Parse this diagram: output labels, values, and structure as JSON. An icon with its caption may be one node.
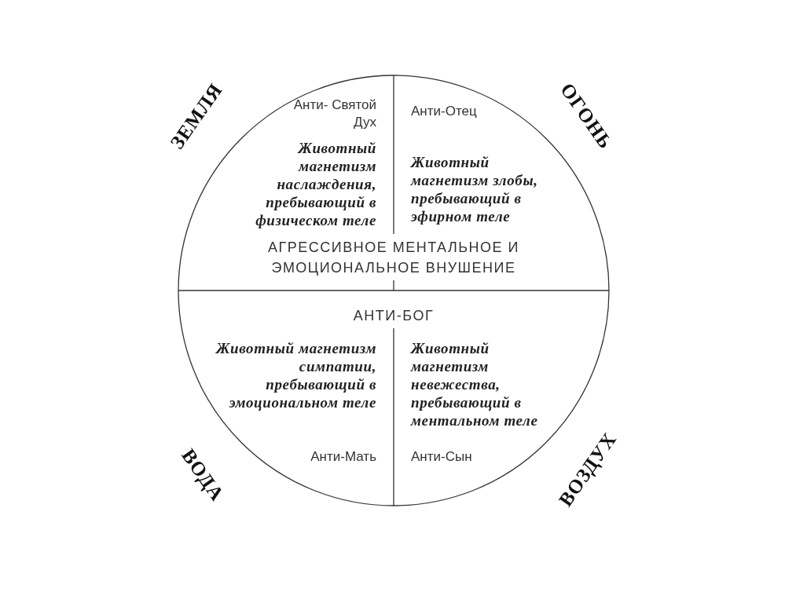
{
  "diagram": {
    "nodes": [
      {
        "text": [
          "АГРЕССИВНОЕ МЕНТАЛЬНОЕ И ЭМОЦИОНАЛЬНОЕ ВНУШЕНИЕ",
          "АНТИ-БОГ"
        ]
      },
      {
        "text": [
          "Анти- Святой Дух",
          "Животный магнетизм наслаждения, пребывающий в физическом теле"
        ],
        "in": 0
      },
      {
        "text": [
          "Анти-Отец",
          "Животный магнетизм злобы, пребывающий в эфирном теле"
        ],
        "in": 0
      },
      {
        "text": [
          "Животный магнетизм симпатии, пребывающий в эмоциональном теле",
          "Анти-Мать"
        ],
        "in": 0
      },
      {
        "text": [
          "Животный магнетизм невежества, пребывающий в ментальном теле",
          "Анти-Сын"
        ],
        "in": 0
      }
    ],
    "labels": [
      "ЗЕМЛЯ",
      "ОГОНЬ",
      "ВОДА",
      "ВОЗДУХ"
    ]
  }
}
